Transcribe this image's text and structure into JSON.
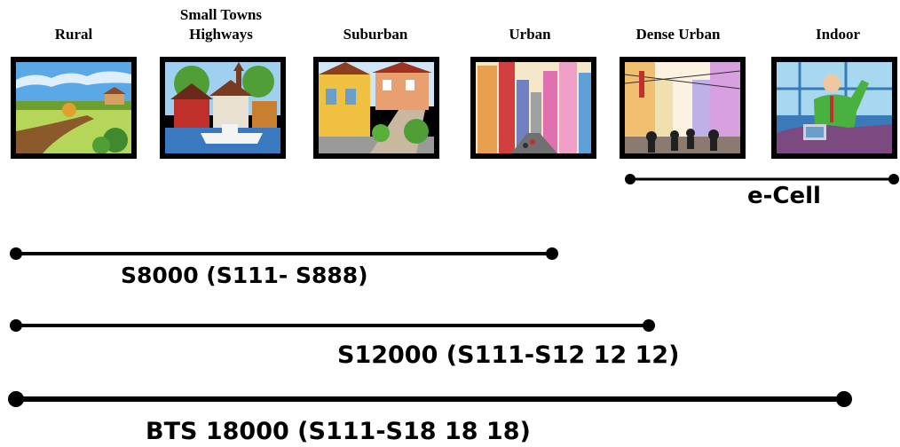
{
  "environments": [
    {
      "line1": "",
      "line2": "Rural",
      "icon": "rural-landscape-clipart"
    },
    {
      "line1": "Small Towns",
      "line2": "Highways",
      "icon": "small-town-harbor-clipart"
    },
    {
      "line1": "",
      "line2": "Suburban",
      "icon": "suburban-houses-clipart"
    },
    {
      "line1": "",
      "line2": "Urban",
      "icon": "urban-skyscrapers-clipart"
    },
    {
      "line1": "",
      "line2": "Dense Urban",
      "icon": "dense-urban-street-clipart"
    },
    {
      "line1": "",
      "line2": "Indoor",
      "icon": "indoor-office-clipart"
    }
  ],
  "ranges": [
    {
      "label": "e-Cell",
      "from": 5,
      "to": 6
    },
    {
      "label": "S8000 (S111- S888)",
      "from": 1,
      "to": 4
    },
    {
      "label": "S12000 (S111-S12 12 12)",
      "from": 1,
      "to": 4.5
    },
    {
      "label": "BTS 18000 (S111-S18 18 18)",
      "from": 1,
      "to": 5.5
    }
  ],
  "colors": {
    "line": "#000000",
    "text": "#000000",
    "background": "#ffffff"
  }
}
